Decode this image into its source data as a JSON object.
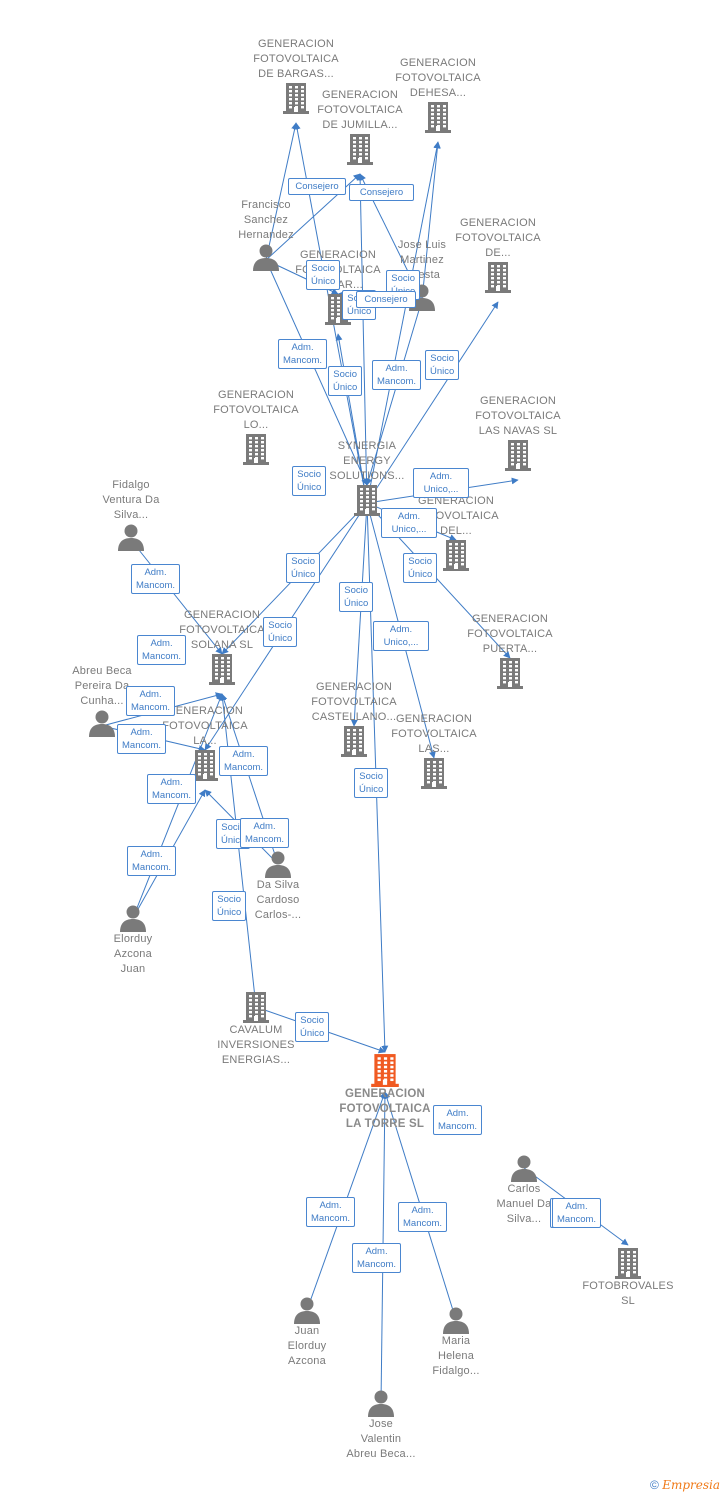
{
  "nodes": [
    {
      "id": "bargas",
      "type": "company",
      "label": "GENERACION\nFOTOVOLTAICA\nDE BARGAS..."
    },
    {
      "id": "dehesa",
      "type": "company",
      "label": "GENERACION\nFOTOVOLTAICA\nDEHESA..."
    },
    {
      "id": "jumilla",
      "type": "company",
      "label": "GENERACION\nFOTOVOLTAICA\nDE JUMILLA..."
    },
    {
      "id": "francisco",
      "type": "person",
      "label": "Francisco\nSanchez\nHernandez"
    },
    {
      "id": "de_top",
      "type": "company",
      "label": "GENERACION\nFOTOVOLTAICA\nDE..."
    },
    {
      "id": "joseluis",
      "type": "person",
      "label": "Jose Luis\nMartinez\nCuesta"
    },
    {
      "id": "elbar",
      "type": "company",
      "label": "GENERACION\nFOTOVOLTAICA\nEL BAR..."
    },
    {
      "id": "lo",
      "type": "company",
      "label": "GENERACION\nFOTOVOLTAICA\nLO..."
    },
    {
      "id": "lasnavas",
      "type": "company",
      "label": "GENERACION\nFOTOVOLTAICA\nLAS NAVAS  SL"
    },
    {
      "id": "synergia",
      "type": "company",
      "label": "SYNERGIA\nENERGY\nSOLUTIONS..."
    },
    {
      "id": "fidalgo",
      "type": "person",
      "label": "Fidalgo\nVentura Da\nSilva..."
    },
    {
      "id": "del",
      "type": "company",
      "label": "GENERACION\nFOTOVOLTAICA\nDEL..."
    },
    {
      "id": "solana",
      "type": "company",
      "label": "GENERACION\nFOTOVOLTAICA\nSOLANA  SL"
    },
    {
      "id": "puerta",
      "type": "company",
      "label": "GENERACION\nFOTOVOLTAICA\nPUERTA..."
    },
    {
      "id": "abreu",
      "type": "person",
      "label": "Abreu Beca\nPereira Da\nCunha..."
    },
    {
      "id": "castellano",
      "type": "company",
      "label": "GENERACION\nFOTOVOLTAICA\nCASTELLANO..."
    },
    {
      "id": "la",
      "type": "company",
      "label": "GENERACION\nFOTOVOLTAICA\nLA..."
    },
    {
      "id": "las",
      "type": "company",
      "label": "GENERACION\nFOTOVOLTAICA\nLAS..."
    },
    {
      "id": "dasilva",
      "type": "person",
      "label": "Da Silva\nCardoso\nCarlos-..."
    },
    {
      "id": "elorduy1",
      "type": "person",
      "label": "Elorduy\nAzcona\nJuan"
    },
    {
      "id": "cavalum",
      "type": "company",
      "label": "CAVALUM\nINVERSIONES\nENERGIAS..."
    },
    {
      "id": "torre",
      "type": "focus",
      "label": "GENERACION\nFOTOVOLTAICA\nLA TORRE  SL"
    },
    {
      "id": "carlos",
      "type": "person",
      "label": "Carlos\nManuel Da\nSilva..."
    },
    {
      "id": "fotobrovales",
      "type": "company",
      "label": "FOTOBROVALES\nSL"
    },
    {
      "id": "juan",
      "type": "person",
      "label": "Juan\nElorduy\nAzcona"
    },
    {
      "id": "maria",
      "type": "person",
      "label": "Maria\nHelena\nFidalgo..."
    },
    {
      "id": "josevalentin",
      "type": "person",
      "label": "Jose\nValentin\nAbreu Beca..."
    }
  ],
  "badges": [
    {
      "id": "b1",
      "text": "Consejero"
    },
    {
      "id": "b2",
      "text": "Consejero"
    },
    {
      "id": "b3",
      "text": "Socio\nÚnico"
    },
    {
      "id": "b4",
      "text": "Socio\nÚnico"
    },
    {
      "id": "b5",
      "text": "Socio\nÚnico"
    },
    {
      "id": "b6",
      "text": "Consejero"
    },
    {
      "id": "b7",
      "text": "Adm.\nMancom."
    },
    {
      "id": "b8",
      "text": "Socio\nÚnico"
    },
    {
      "id": "b9",
      "text": "Adm.\nMancom."
    },
    {
      "id": "b10",
      "text": "Socio\nÚnico"
    },
    {
      "id": "b11",
      "text": "Socio\nÚnico"
    },
    {
      "id": "b12",
      "text": "Adm.\nUnico,..."
    },
    {
      "id": "b13",
      "text": "Adm.\nUnico,..."
    },
    {
      "id": "b14",
      "text": "Adm.\nMancom."
    },
    {
      "id": "b15",
      "text": "Socio\nÚnico"
    },
    {
      "id": "b16",
      "text": "Socio\nÚnico"
    },
    {
      "id": "b17",
      "text": "Socio\nÚnico"
    },
    {
      "id": "b18",
      "text": "Socio\nÚnico"
    },
    {
      "id": "b19",
      "text": "Adm.\nMancom."
    },
    {
      "id": "b20",
      "text": "Adm.\nUnico,..."
    },
    {
      "id": "b21",
      "text": "Adm.\nMancom."
    },
    {
      "id": "b22",
      "text": "Adm.\nMancom."
    },
    {
      "id": "b23",
      "text": "Adm.\nMancom."
    },
    {
      "id": "b24",
      "text": "Adm.\nMancom."
    },
    {
      "id": "b25",
      "text": "Socio\nÚnico"
    },
    {
      "id": "b26",
      "text": "Socio\nÚnico"
    },
    {
      "id": "b27",
      "text": "Adm.\nMancom."
    },
    {
      "id": "b28",
      "text": "Adm.\nMancom."
    },
    {
      "id": "b29",
      "text": "Socio\nÚnico"
    },
    {
      "id": "b30",
      "text": "Socio\nÚnico"
    },
    {
      "id": "b31",
      "text": "Adm.\nMancom."
    },
    {
      "id": "b32",
      "text": "Adm.\nMancom."
    },
    {
      "id": "b33",
      "text": "Adm.\nMancom."
    },
    {
      "id": "b34",
      "text": "Adm.\nMancom."
    },
    {
      "id": "b35",
      "text": "Adm.\nMancom."
    },
    {
      "id": "b36",
      "text": "Adm.\nMancom."
    }
  ],
  "edges": [
    [
      "francisco",
      "bargas"
    ],
    [
      "francisco",
      "jumilla"
    ],
    [
      "joseluis",
      "jumilla"
    ],
    [
      "joseluis",
      "dehesa"
    ],
    [
      "francisco",
      "elbar"
    ],
    [
      "joseluis",
      "elbar"
    ],
    [
      "synergia",
      "elbar"
    ],
    [
      "synergia",
      "bargas"
    ],
    [
      "synergia",
      "jumilla"
    ],
    [
      "synergia",
      "dehesa"
    ],
    [
      "synergia",
      "de_top"
    ],
    [
      "francisco",
      "synergia"
    ],
    [
      "joseluis",
      "synergia"
    ],
    [
      "synergia",
      "lasnavas"
    ],
    [
      "synergia",
      "del"
    ],
    [
      "synergia",
      "puerta"
    ],
    [
      "synergia",
      "solana"
    ],
    [
      "synergia",
      "la"
    ],
    [
      "synergia",
      "castellano"
    ],
    [
      "synergia",
      "las"
    ],
    [
      "synergia",
      "torre"
    ],
    [
      "fidalgo",
      "solana"
    ],
    [
      "abreu",
      "solana"
    ],
    [
      "abreu",
      "la"
    ],
    [
      "elorduy1",
      "solana"
    ],
    [
      "elorduy1",
      "la"
    ],
    [
      "dasilva",
      "solana"
    ],
    [
      "dasilva",
      "la"
    ],
    [
      "cavalum",
      "solana"
    ],
    [
      "cavalum",
      "torre"
    ],
    [
      "juan",
      "torre"
    ],
    [
      "maria",
      "torre"
    ],
    [
      "josevalentin",
      "torre"
    ],
    [
      "carlos",
      "fotobrovales"
    ]
  ],
  "colors": {
    "edge": "#3f7cc6",
    "company": "#7a7a7a",
    "focus": "#f05a22",
    "text": "#7a7a7a"
  },
  "footer": {
    "symbol": "©",
    "brand": "Empresia"
  }
}
